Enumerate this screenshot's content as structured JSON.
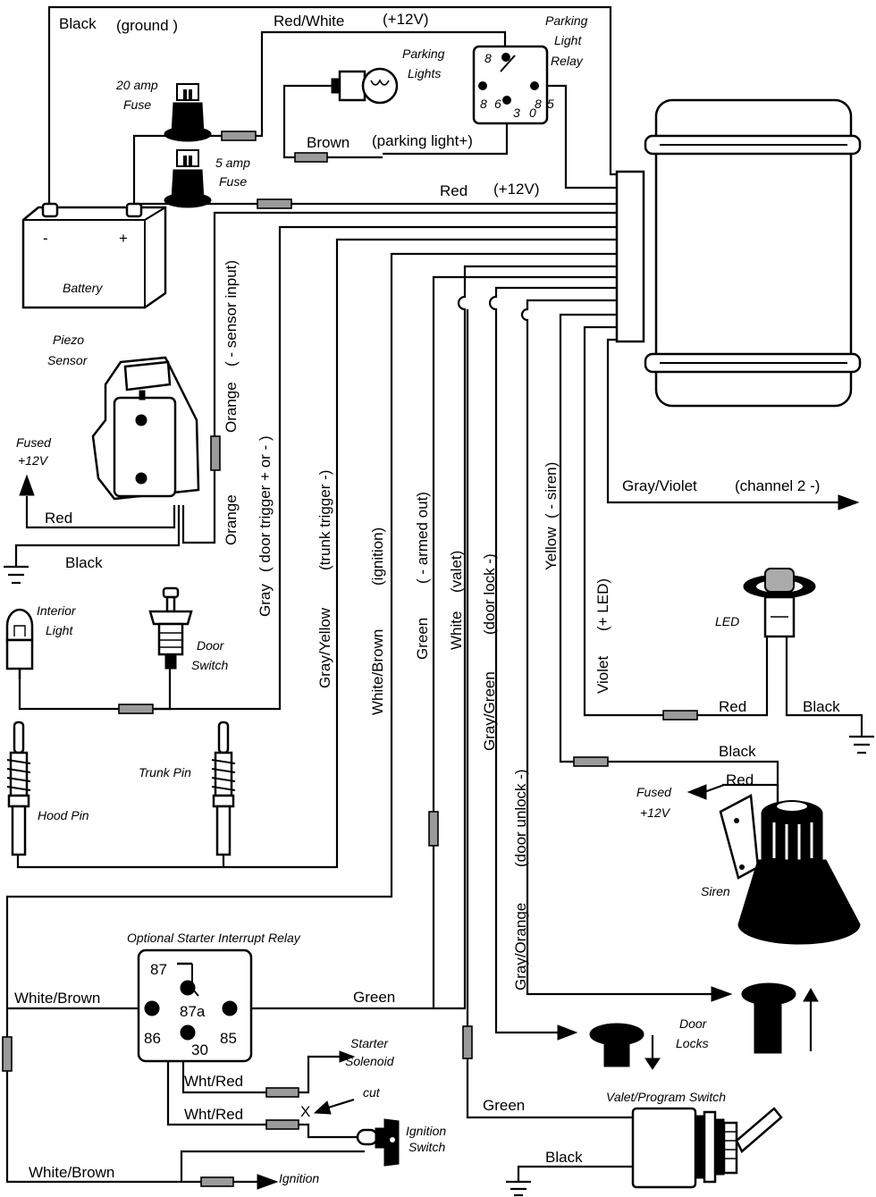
{
  "labels": {
    "black_ground": "Black",
    "ground_paren": "(ground )",
    "red_white": "Red/White",
    "plus12_top": "(+12V)",
    "fuse20_a": "20 amp",
    "fuse20_b": "Fuse",
    "fuse5_a": "5 amp",
    "fuse5_b": "Fuse",
    "parking_lights_a": "Parking",
    "parking_lights_b": "Lights",
    "brown": "Brown",
    "parking_light_plus": "(parking light+)",
    "relay_a": "Parking",
    "relay_b": "Light",
    "relay_c": "Relay",
    "red_main": "Red",
    "plus12_main": "(+12V)",
    "battery": "Battery",
    "batt_minus": "-",
    "batt_plus": "+",
    "piezo_a": "Piezo",
    "piezo_b": "Sensor",
    "fused12_a": "Fused",
    "fused12_b": "+12V",
    "red_piezo": "Red",
    "black_piezo": "Black",
    "orange_1": "Orange",
    "sensor_input": "( - sensor input)",
    "orange_2": "Orange",
    "gray": "Gray",
    "door_trigger": "( door trigger + or - )",
    "gray_yellow": "Gray/Yellow",
    "trunk_trigger": "(trunk trigger -)",
    "white_brown_v": "White/Brown",
    "ignition_paren": "(ignition)",
    "green_v": "Green",
    "armed_out": "( - armed out)",
    "white_v": "White",
    "valet_paren": "(valet)",
    "gray_green": "Gray/Green",
    "door_lock": "(door lock -)",
    "door_unlock": "(door unlock -)",
    "gray_orange": "Gray/Orange",
    "yellow_v": "Yellow",
    "siren_paren": "( - siren)",
    "violet_v": "Violet",
    "plus_led": "(+ LED)",
    "gray_violet": "Gray/Violet",
    "channel2": "(channel 2 -)",
    "interior_a": "Interior",
    "interior_b": "Light",
    "door_switch_a": "Door",
    "door_switch_b": "Switch",
    "led": "LED",
    "red_led": "Red",
    "black_led": "Black",
    "black_siren": "Black",
    "red_siren": "Red",
    "fused_siren_a": "Fused",
    "fused_siren_b": "+12V",
    "siren": "Siren",
    "trunk_pin": "Trunk Pin",
    "hood_pin": "Hood Pin",
    "optional_relay": "Optional Starter Interrupt Relay",
    "white_brown_h1": "White/Brown",
    "green_h": "Green",
    "pin87": "87",
    "pin87a": "87a",
    "pin86": "86",
    "pin85": "85",
    "pin30": "30",
    "starter_a": "Starter",
    "starter_b": "Solenoid",
    "cut": "cut",
    "x_mark": "X",
    "wht_red_1": "Wht/Red",
    "wht_red_2": "Wht/Red",
    "ignition_sw_a": "Ignition",
    "ignition_sw_b": "Switch",
    "white_brown_h2": "White/Brown",
    "ignition_arrow": "Ignition",
    "door_locks_a": "Door",
    "door_locks_b": "Locks",
    "green_valet": "Green",
    "valet_switch": "Valet/Program Switch",
    "black_valet": "Black",
    "relay_p8": "8",
    "relay_p86": "8",
    "relay_p6": "6",
    "relay_p3": "3",
    "relay_p0": "0",
    "relay_p85": "8",
    "relay_p5": "5"
  },
  "icons": [
    "battery-icon",
    "fuse-icon",
    "bulb-icon",
    "relay-icon",
    "alarm-module-icon",
    "piezo-sensor-icon",
    "ground-icon",
    "door-switch-icon",
    "pin-switch-icon",
    "led-icon",
    "siren-icon",
    "door-lock-actuator-icon",
    "toggle-switch-icon",
    "ignition-switch-icon"
  ]
}
